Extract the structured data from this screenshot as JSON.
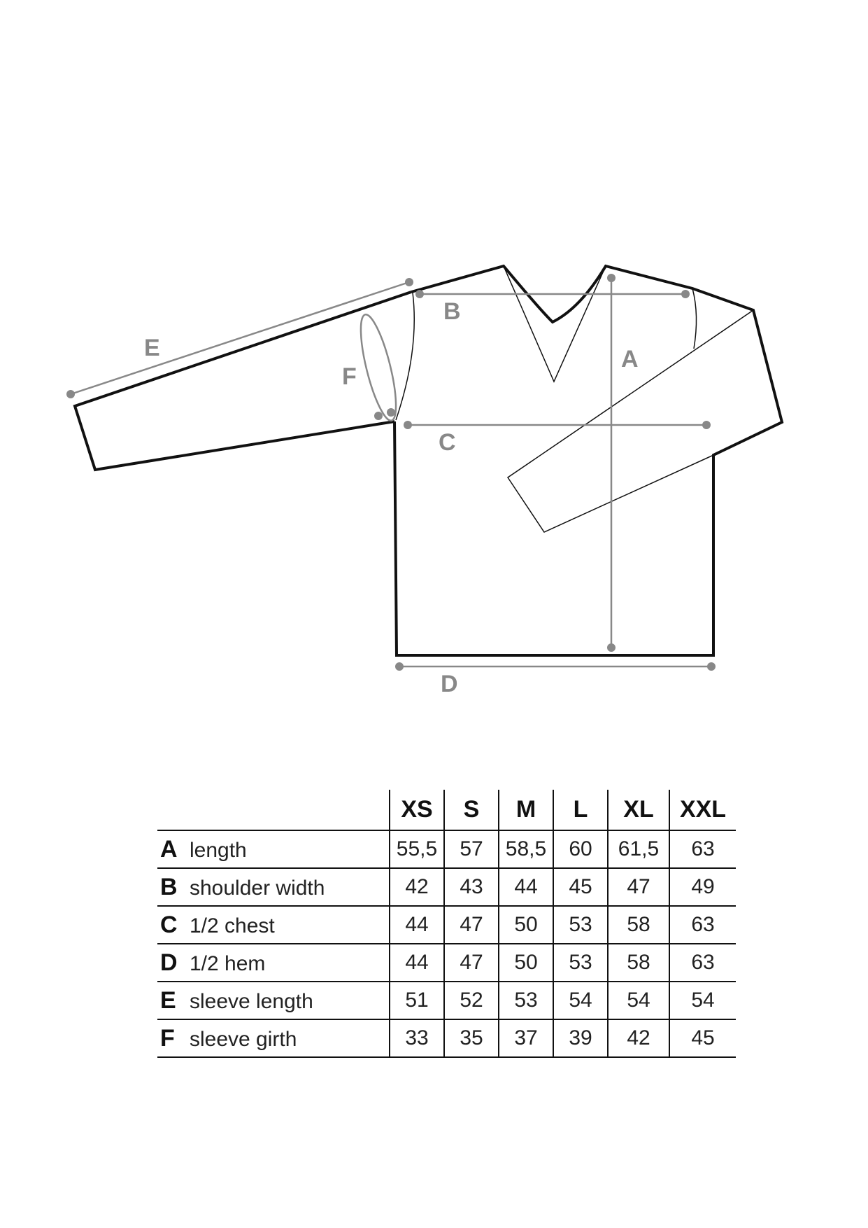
{
  "labels": {
    "A": "A",
    "B": "B",
    "C": "C",
    "D": "D",
    "E": "E",
    "F": "F"
  },
  "table": {
    "sizes": [
      "XS",
      "S",
      "M",
      "L",
      "XL",
      "XXL"
    ],
    "rows": [
      {
        "letter": "A",
        "name": "length",
        "values": [
          "55,5",
          "57",
          "58,5",
          "60",
          "61,5",
          "63"
        ]
      },
      {
        "letter": "B",
        "name": "shoulder width",
        "values": [
          "42",
          "43",
          "44",
          "45",
          "47",
          "49"
        ]
      },
      {
        "letter": "C",
        "name": "1/2 chest",
        "values": [
          "44",
          "47",
          "50",
          "53",
          "58",
          "63"
        ]
      },
      {
        "letter": "D",
        "name": "1/2 hem",
        "values": [
          "44",
          "47",
          "50",
          "53",
          "58",
          "63"
        ]
      },
      {
        "letter": "E",
        "name": "sleeve length",
        "values": [
          "51",
          "52",
          "53",
          "54",
          "54",
          "54"
        ]
      },
      {
        "letter": "F",
        "name": "sleeve girth",
        "values": [
          "33",
          "35",
          "37",
          "39",
          "42",
          "45"
        ]
      }
    ]
  }
}
